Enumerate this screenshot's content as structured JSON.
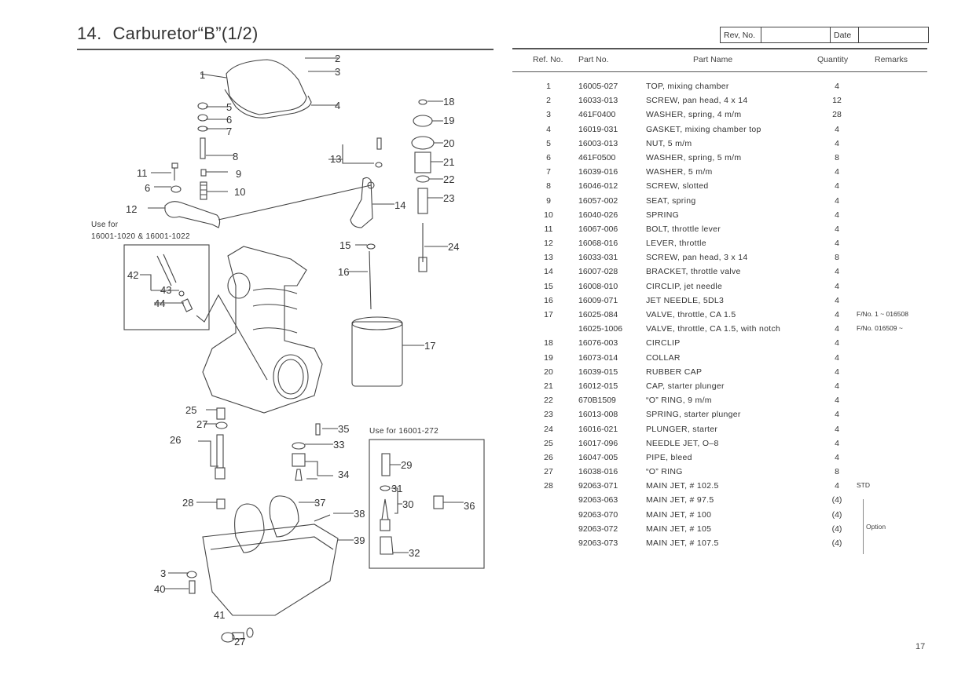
{
  "header": {
    "section_number": "14.",
    "title": "Carburetor“B”(1/2)",
    "rev_label": "Rev, No.",
    "rev_value": "",
    "date_label": "Date",
    "date_value": ""
  },
  "table": {
    "columns": [
      "Ref. No.",
      "Part No.",
      "Part Name",
      "Quantity",
      "Remarks"
    ],
    "rows": [
      {
        "ref": "1",
        "part": "16005-027",
        "name": "TOP, mixing chamber",
        "qty": "4",
        "remarks": ""
      },
      {
        "ref": "2",
        "part": "16033-013",
        "name": "SCREW, pan head, 4 x 14",
        "qty": "12",
        "remarks": ""
      },
      {
        "ref": "3",
        "part": "461F0400",
        "name": "WASHER, spring, 4 m/m",
        "qty": "28",
        "remarks": ""
      },
      {
        "ref": "4",
        "part": "16019-031",
        "name": "GASKET, mixing chamber top",
        "qty": "4",
        "remarks": ""
      },
      {
        "ref": "5",
        "part": "16003-013",
        "name": "NUT, 5 m/m",
        "qty": "4",
        "remarks": ""
      },
      {
        "ref": "6",
        "part": "461F0500",
        "name": "WASHER, spring, 5 m/m",
        "qty": "8",
        "remarks": ""
      },
      {
        "ref": "7",
        "part": "16039-016",
        "name": "WASHER, 5 m/m",
        "qty": "4",
        "remarks": ""
      },
      {
        "ref": "8",
        "part": "16046-012",
        "name": "SCREW, slotted",
        "qty": "4",
        "remarks": ""
      },
      {
        "ref": "9",
        "part": "16057-002",
        "name": "SEAT, spring",
        "qty": "4",
        "remarks": ""
      },
      {
        "ref": "10",
        "part": "16040-026",
        "name": "SPRING",
        "qty": "4",
        "remarks": ""
      },
      {
        "ref": "11",
        "part": "16067-006",
        "name": "BOLT, throttle lever",
        "qty": "4",
        "remarks": ""
      },
      {
        "ref": "12",
        "part": "16068-016",
        "name": "LEVER, throttle",
        "qty": "4",
        "remarks": ""
      },
      {
        "ref": "13",
        "part": "16033-031",
        "name": "SCREW, pan head, 3 x 14",
        "qty": "8",
        "remarks": ""
      },
      {
        "ref": "14",
        "part": "16007-028",
        "name": "BRACKET, throttle valve",
        "qty": "4",
        "remarks": ""
      },
      {
        "ref": "15",
        "part": "16008-010",
        "name": "CIRCLIP, jet needle",
        "qty": "4",
        "remarks": ""
      },
      {
        "ref": "16",
        "part": "16009-071",
        "name": "JET NEEDLE, 5DL3",
        "qty": "4",
        "remarks": ""
      },
      {
        "ref": "17",
        "part": "16025-084",
        "name": "VALVE, throttle, CA 1.5",
        "qty": "4",
        "remarks": "F/No. 1 ~ 016508"
      },
      {
        "ref": "",
        "part": "16025-1006",
        "name": "VALVE, throttle, CA 1.5, with notch",
        "qty": "4",
        "remarks": "F/No. 016509 ~"
      },
      {
        "ref": "18",
        "part": "16076-003",
        "name": "CIRCLIP",
        "qty": "4",
        "remarks": ""
      },
      {
        "ref": "19",
        "part": "16073-014",
        "name": "COLLAR",
        "qty": "4",
        "remarks": ""
      },
      {
        "ref": "20",
        "part": "16039-015",
        "name": "RUBBER CAP",
        "qty": "4",
        "remarks": ""
      },
      {
        "ref": "21",
        "part": "16012-015",
        "name": "CAP, starter plunger",
        "qty": "4",
        "remarks": ""
      },
      {
        "ref": "22",
        "part": "670B1509",
        "name": "“O” RING, 9 m/m",
        "qty": "4",
        "remarks": ""
      },
      {
        "ref": "23",
        "part": "16013-008",
        "name": "SPRING, starter plunger",
        "qty": "4",
        "remarks": ""
      },
      {
        "ref": "24",
        "part": "16016-021",
        "name": "PLUNGER, starter",
        "qty": "4",
        "remarks": ""
      },
      {
        "ref": "25",
        "part": "16017-096",
        "name": "NEEDLE JET, O–8",
        "qty": "4",
        "remarks": ""
      },
      {
        "ref": "26",
        "part": "16047-005",
        "name": "PIPE, bleed",
        "qty": "4",
        "remarks": ""
      },
      {
        "ref": "27",
        "part": "16038-016",
        "name": "“O” RING",
        "qty": "8",
        "remarks": ""
      },
      {
        "ref": "28",
        "part": "92063-071",
        "name": "MAIN JET, # 102.5",
        "qty": "4",
        "remarks": "STD"
      },
      {
        "ref": "",
        "part": "92063-063",
        "name": "MAIN JET, # 97.5",
        "qty": "(4)",
        "remarks": ""
      },
      {
        "ref": "",
        "part": "92063-070",
        "name": "MAIN JET, # 100",
        "qty": "(4)",
        "remarks": ""
      },
      {
        "ref": "",
        "part": "92063-072",
        "name": "MAIN JET, # 105",
        "qty": "(4)",
        "remarks": ""
      },
      {
        "ref": "",
        "part": "92063-073",
        "name": "MAIN JET, # 107.5",
        "qty": "(4)",
        "remarks": ""
      }
    ],
    "option_group_label": "Option"
  },
  "diagram": {
    "note_upper": "Use for",
    "note_upper_models": "16001-1020 & 16001-1022",
    "note_lower": "Use for 16001-272",
    "callouts": [
      "1",
      "2",
      "3",
      "4",
      "5",
      "6",
      "7",
      "8",
      "9",
      "10",
      "11",
      "6",
      "12",
      "13",
      "14",
      "15",
      "16",
      "17",
      "18",
      "19",
      "20",
      "21",
      "22",
      "23",
      "24",
      "42",
      "43",
      "44",
      "25",
      "27",
      "26",
      "35",
      "33",
      "34",
      "28",
      "37",
      "38",
      "39",
      "29",
      "31",
      "30",
      "36",
      "32",
      "3",
      "40",
      "41",
      "27"
    ]
  },
  "footer": {
    "page_number": "17"
  }
}
